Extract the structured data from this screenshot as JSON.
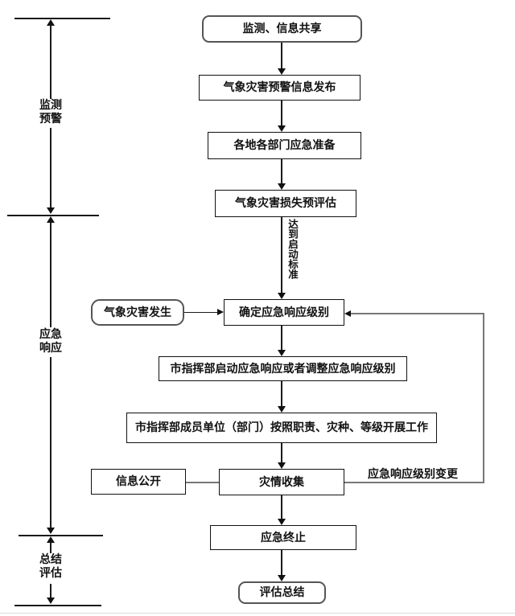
{
  "canvas": {
    "background": "#ffffff",
    "line_color": "#1a1a1a",
    "feedback_line_color": "#777777"
  },
  "phase_rail": {
    "phases": [
      {
        "line1": "监测",
        "line2": "预警"
      },
      {
        "line1": "应急",
        "line2": "响应"
      },
      {
        "line1": "总结",
        "line2": "评估"
      }
    ]
  },
  "flow": {
    "monitor_info_share": "监测、信息共享",
    "warning_release": "气象灾害预警信息发布",
    "emergency_preparation": "各地各部门应急准备",
    "loss_pre_assessment": "气象灾害损失预评估",
    "reach_activation_threshold": "达到启动标准",
    "disaster_occurs": "气象灾害发生",
    "determine_response_level": "确定应急响应级别",
    "hq_start_or_adjust": "市指挥部启动应急响应或者调整应急响应级别",
    "members_carry_out_work": "市指挥部成员单位（部门）按照职责、灾种、等级开展工作",
    "info_disclosure": "信息公开",
    "disaster_collection": "灾情收集",
    "response_level_change": "应急响应级别变更",
    "emergency_termination": "应急终止",
    "evaluation_summary": "评估总结"
  }
}
